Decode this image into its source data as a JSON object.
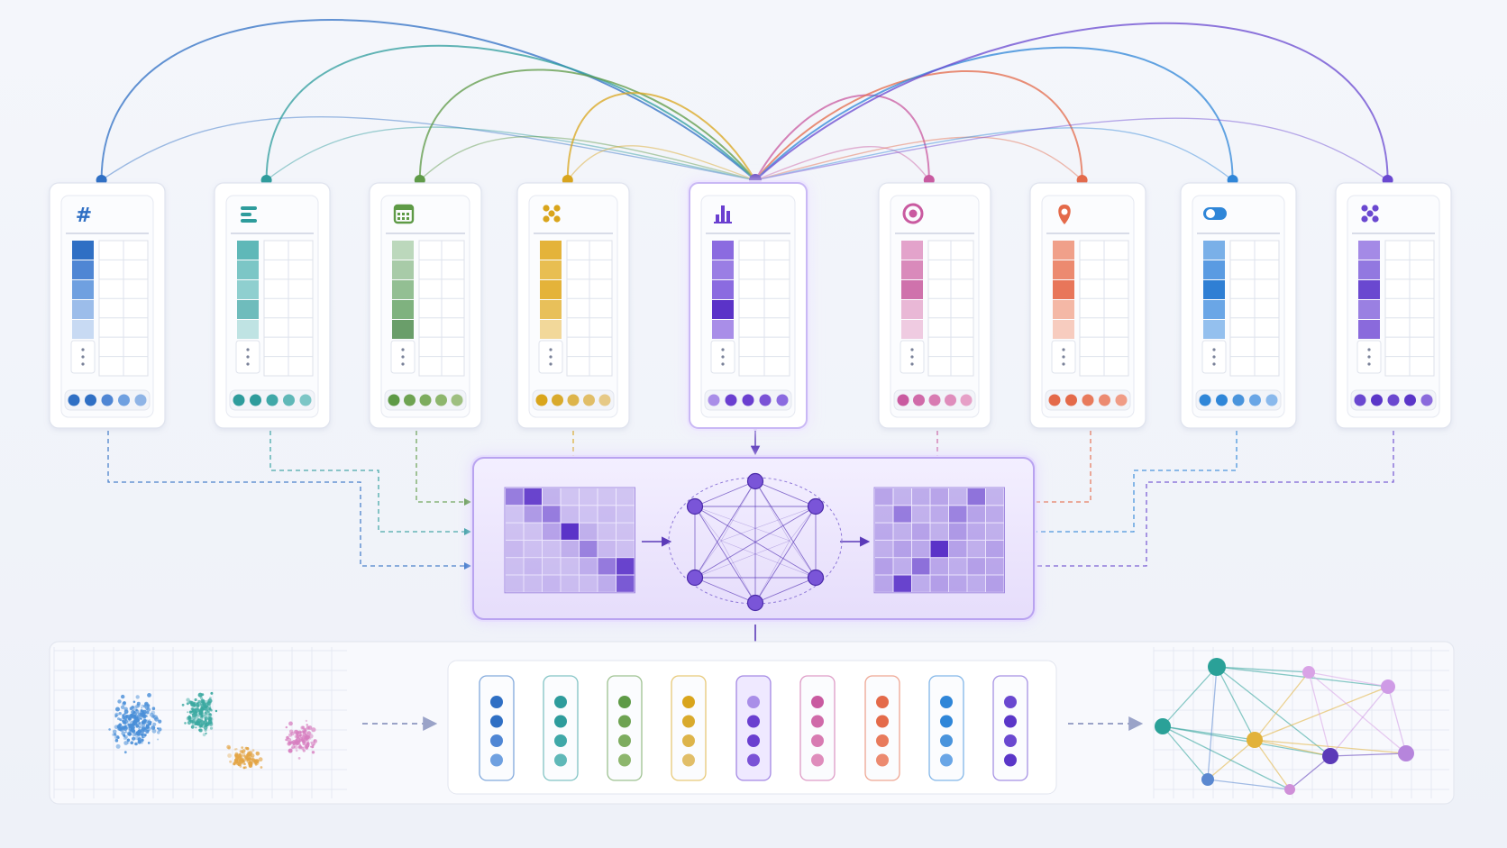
{
  "columns": [
    {
      "id": "numeric",
      "icon": "hash-icon",
      "color": "#2f6fc4",
      "swatches": [
        "#2f6fc4",
        "#4f86d4",
        "#6fa0e0",
        "#9cbdea",
        "#c8daf3"
      ],
      "dots": [
        "#2f6fc4",
        "#2f6fc4",
        "#4f86d4",
        "#6fa0e0",
        "#8fb4e6"
      ]
    },
    {
      "id": "text",
      "icon": "text-lines-icon",
      "color": "#2e9c9c",
      "swatches": [
        "#5fb8b8",
        "#7cc6c6",
        "#8fcfcf",
        "#6fbcbc",
        "#bfe3e3"
      ],
      "dots": [
        "#2e9c9c",
        "#2e9c9c",
        "#3fa8a8",
        "#5fb8b8",
        "#7cc6c6"
      ]
    },
    {
      "id": "date",
      "icon": "calendar-icon",
      "color": "#5e9a46",
      "swatches": [
        "#bcd8bc",
        "#a8cba8",
        "#93bf93",
        "#7fb27f",
        "#6a9e6a"
      ],
      "dots": [
        "#5e9a46",
        "#6ea352",
        "#7dac5f",
        "#8db66d",
        "#9ebf80"
      ]
    },
    {
      "id": "categorical",
      "icon": "grid-dots-icon",
      "color": "#d9a51c",
      "swatches": [
        "#e4b33a",
        "#e8be52",
        "#e4b33a",
        "#e8c05a",
        "#f2d89a"
      ],
      "dots": [
        "#d9a51c",
        "#d9aa2c",
        "#ddb44a",
        "#e1be68",
        "#e6c986"
      ]
    },
    {
      "id": "distribution",
      "icon": "bar-chart-icon",
      "color": "#6a3fd0",
      "swatches": [
        "#8b6be0",
        "#9a7ee4",
        "#8b6be0",
        "#5b33c8",
        "#a98ee8"
      ],
      "dots": [
        "#a98ee8",
        "#6a3fd0",
        "#6a3fd0",
        "#7a52d6",
        "#8b6be0"
      ]
    },
    {
      "id": "target",
      "icon": "target-icon",
      "color": "#c95aa0",
      "swatches": [
        "#e3a3cb",
        "#d98abb",
        "#cf72ac",
        "#e9b8d6",
        "#efcbe1"
      ],
      "dots": [
        "#c95aa0",
        "#d06aa9",
        "#d87bb2",
        "#df8dbc",
        "#e6a0c7"
      ]
    },
    {
      "id": "location",
      "icon": "map-pin-icon",
      "color": "#e46a4a",
      "swatches": [
        "#f0a08a",
        "#ec8a70",
        "#e8765a",
        "#f4b8a6",
        "#f7ccbf"
      ],
      "dots": [
        "#e46a4a",
        "#e46a4a",
        "#e87a5c",
        "#ec8a70",
        "#f09c86"
      ]
    },
    {
      "id": "boolean",
      "icon": "toggle-icon",
      "color": "#2f86d8",
      "swatches": [
        "#7ab0e8",
        "#5a9be2",
        "#2f7fd4",
        "#6aa6e6",
        "#94c0ee"
      ],
      "dots": [
        "#2f86d8",
        "#2f86d8",
        "#4a94dc",
        "#6aa6e6",
        "#8ab9ec"
      ]
    },
    {
      "id": "embedding",
      "icon": "dots-cluster-icon",
      "color": "#6a48d0",
      "swatches": [
        "#a48ae6",
        "#9278e0",
        "#6a48d0",
        "#9a80e2",
        "#8a6adc"
      ],
      "dots": [
        "#6a48d0",
        "#5a36c8",
        "#6a48d0",
        "#5a36c8",
        "#8a6adc"
      ]
    }
  ],
  "central_model": {
    "input_matrix_intensity": [
      [
        0.55,
        0.9,
        0.2,
        0.1,
        0.1,
        0.1,
        0.1
      ],
      [
        0.1,
        0.35,
        0.55,
        0.15,
        0.1,
        0.15,
        0.1
      ],
      [
        0.1,
        0.1,
        0.3,
        1.0,
        0.2,
        0.1,
        0.1
      ],
      [
        0.15,
        0.1,
        0.1,
        0.2,
        0.5,
        0.15,
        0.1
      ],
      [
        0.1,
        0.15,
        0.1,
        0.1,
        0.2,
        0.55,
        0.9
      ],
      [
        0.1,
        0.1,
        0.15,
        0.1,
        0.1,
        0.2,
        0.75
      ]
    ],
    "output_matrix_intensity": [
      [
        0.3,
        0.2,
        0.25,
        0.3,
        0.2,
        0.6,
        0.2
      ],
      [
        0.2,
        0.55,
        0.2,
        0.25,
        0.5,
        0.3,
        0.25
      ],
      [
        0.25,
        0.2,
        0.3,
        0.2,
        0.35,
        0.25,
        0.2
      ],
      [
        0.2,
        0.3,
        0.25,
        1.0,
        0.3,
        0.2,
        0.3
      ],
      [
        0.3,
        0.2,
        0.6,
        0.25,
        0.2,
        0.3,
        0.25
      ],
      [
        0.25,
        0.9,
        0.2,
        0.3,
        0.25,
        0.2,
        0.3
      ]
    ]
  },
  "clusters": [
    {
      "color": "#4a8fd8",
      "count": 260
    },
    {
      "color": "#3aa8a0",
      "count": 160
    },
    {
      "color": "#e3a545",
      "count": 90
    },
    {
      "color": "#d77fc0",
      "count": 110
    }
  ],
  "graph": {
    "nodes": [
      {
        "color": "#2aa198"
      },
      {
        "color": "#2aa198"
      },
      {
        "color": "#e2b23a"
      },
      {
        "color": "#d9a3e6"
      },
      {
        "color": "#cf9be6"
      },
      {
        "color": "#5b3ab8"
      },
      {
        "color": "#b685dc"
      },
      {
        "color": "#5a88d0"
      },
      {
        "color": "#cf8fd8"
      }
    ]
  }
}
